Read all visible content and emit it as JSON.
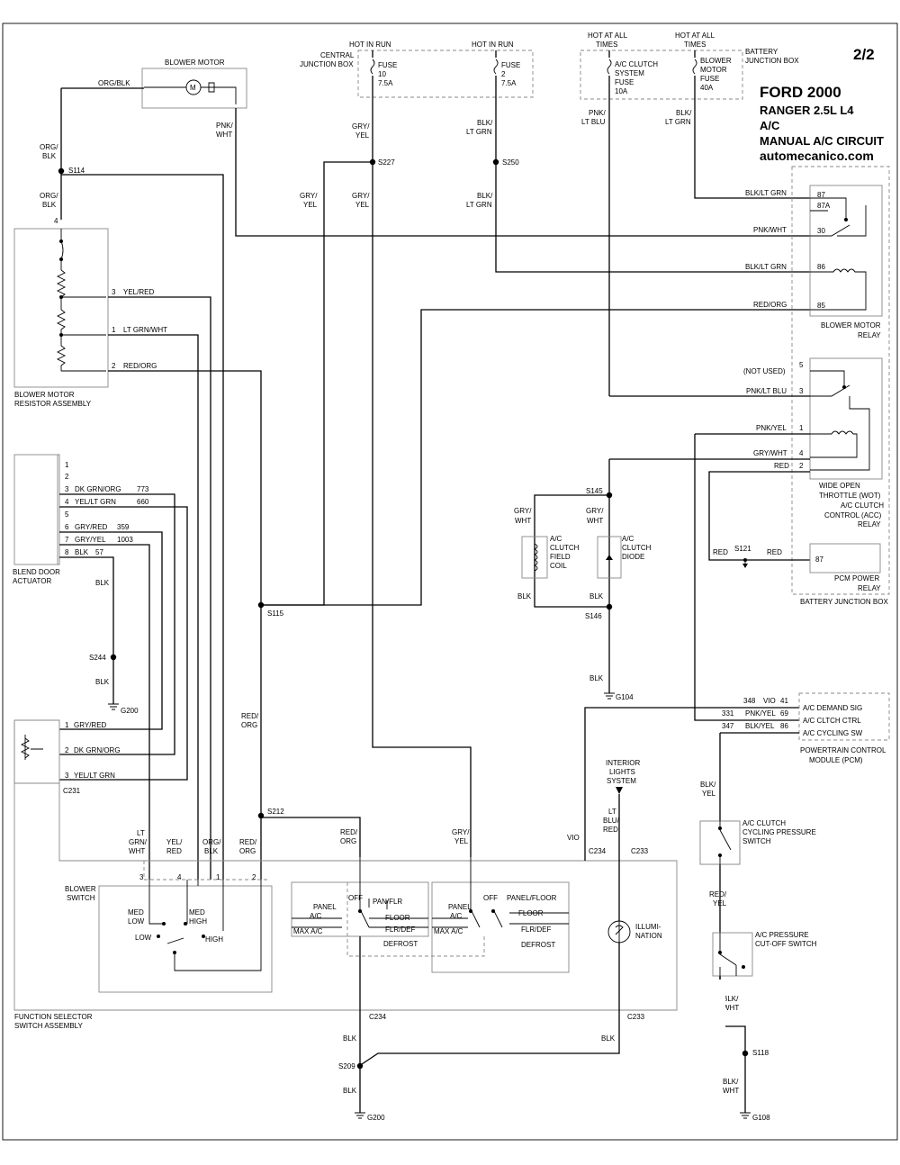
{
  "page": "2/2",
  "title": {
    "make_year": "FORD 2000",
    "model": "RANGER  2.5L  L4",
    "system": "A/C",
    "circuit": "MANUAL A/C CIRCUIT",
    "site": "automecanico.com"
  },
  "supply": {
    "hot_in_run": "HOT IN RUN",
    "hot_at_all_times": [
      "HOT AT ALL",
      "TIMES"
    ],
    "central_jb": [
      "CENTRAL",
      "JUNCTION BOX"
    ],
    "battery_jb": [
      "BATTERY",
      "JUNCTION BOX"
    ],
    "fuse10": [
      "FUSE",
      "10",
      "7.5A"
    ],
    "fuse2": [
      "FUSE",
      "2",
      "7.5A"
    ],
    "clutch_fuse": [
      "A/C CLUTCH",
      "SYSTEM",
      "FUSE",
      "10A"
    ],
    "blower_fuse": [
      "BLOWER",
      "MOTOR",
      "FUSE",
      "40A"
    ]
  },
  "components": {
    "blower_motor": "BLOWER MOTOR",
    "motor_symbol": "M",
    "resistor": [
      "BLOWER MOTOR",
      "RESISTOR ASSEMBLY"
    ],
    "blend_door": [
      "BLEND DOOR",
      "ACTUATOR"
    ],
    "bm_relay": [
      "BLOWER MOTOR",
      "RELAY"
    ],
    "wot_relay": [
      "WIDE OPEN",
      "THROTTLE (WOT)",
      "A/C CLUTCH",
      "CONTROL (ACC)",
      "RELAY"
    ],
    "pcm_relay": [
      "PCM POWER",
      "RELAY"
    ],
    "bjb_bottom": "BATTERY JUNCTION BOX",
    "field_coil": [
      "A/C",
      "CLUTCH",
      "FIELD",
      "COIL"
    ],
    "diode": [
      "A/C",
      "CLUTCH",
      "DIODE"
    ],
    "pcm": [
      "POWERTRAIN CONTROL",
      "MODULE (PCM)"
    ],
    "cycling_sw": [
      "A/C CLUTCH",
      "CYCLING PRESSURE",
      "SWITCH"
    ],
    "cutoff_sw": [
      "A/C PRESSURE",
      "CUT-OFF SWITCH"
    ],
    "interior_lights": [
      "INTERIOR",
      "LIGHTS",
      "SYSTEM"
    ],
    "blower_switch": [
      "BLOWER",
      "SWITCH"
    ],
    "function_selector": [
      "FUNCTION SELECTOR",
      "SWITCH ASSEMBLY"
    ],
    "illumination": [
      "ILLUMI-",
      "NATION"
    ]
  },
  "wires": {
    "org_blk": "ORG/BLK",
    "org": "ORG/",
    "blk": "BLK",
    "pnk": "PNK/",
    "wht": "WHT",
    "gry": "GRY/",
    "yel": "YEL",
    "blk_slash": "BLK/",
    "lt_grn": "LT GRN",
    "lt_blu": "LT BLU",
    "red": "RED",
    "red_slash": "RED/",
    "org_end": "ORG",
    "lt": "LT",
    "grn_slash": "GRN/",
    "blu_slash": "BLU/",
    "yel_slash": "YEL/",
    "vio": "VIO",
    "blk_lt_grn": "BLK/LT GRN",
    "pnk_wht": "PNK/WHT",
    "red_org": "RED/ORG",
    "pnk_lt_blu": "PNK/LT BLU",
    "pnk_yel": "PNK/YEL",
    "gry_wht": "GRY/WHT",
    "not_used": "(NOT USED)"
  },
  "resistor_pins": [
    {
      "pin": "3",
      "color": "YEL/RED"
    },
    {
      "pin": "1",
      "color": "LT GRN/WHT"
    },
    {
      "pin": "2",
      "color": "RED/ORG"
    }
  ],
  "blend_pins": [
    {
      "pin": "1",
      "color": "",
      "circuit": ""
    },
    {
      "pin": "2",
      "color": "",
      "circuit": ""
    },
    {
      "pin": "3",
      "color": "DK GRN/ORG",
      "circuit": "773"
    },
    {
      "pin": "4",
      "color": "YEL/LT GRN",
      "circuit": "660"
    },
    {
      "pin": "5",
      "color": "",
      "circuit": ""
    },
    {
      "pin": "6",
      "color": "GRY/RED",
      "circuit": "359"
    },
    {
      "pin": "7",
      "color": "GRY/YEL",
      "circuit": "1003"
    },
    {
      "pin": "8",
      "color": "BLK",
      "circuit": "57"
    }
  ],
  "c231_pins": [
    {
      "pin": "1",
      "color": "GRY/RED"
    },
    {
      "pin": "2",
      "color": "DK GRN/ORG"
    },
    {
      "pin": "3",
      "color": "YEL/LT GRN"
    }
  ],
  "bm_relay_pins": [
    "87",
    "87A",
    "30",
    "86",
    "85"
  ],
  "wot_relay_pins": [
    "5",
    "3",
    "1",
    "4",
    "2"
  ],
  "pcm_relay_pin": "87",
  "pcm_pins": [
    {
      "circuit": "348",
      "color": "VIO",
      "pin": "41",
      "label": "A/C DEMAND SIG"
    },
    {
      "circuit": "331",
      "color": "PNK/YEL",
      "pin": "69",
      "label": "A/C CLTCH CTRL"
    },
    {
      "circuit": "347",
      "color": "BLK/YEL",
      "pin": "86",
      "label": "A/C CYCLING SW"
    }
  ],
  "splices": {
    "s114": "S114",
    "s227": "S227",
    "s250": "S250",
    "s115": "S115",
    "s212": "S212",
    "s244": "S244",
    "s145": "S145",
    "s146": "S146",
    "s121": "S121",
    "s209": "S209",
    "s118": "S118"
  },
  "grounds": {
    "g200": "G200",
    "g104": "G104",
    "g108": "G108"
  },
  "connectors": {
    "c231": "C231",
    "c234": "C234",
    "c233": "C233"
  },
  "blower_switch_pins": [
    "3",
    "4",
    "1",
    "2"
  ],
  "blower_positions": {
    "med_low": [
      "MED",
      "LOW"
    ],
    "med_high": [
      "MED",
      "HIGH"
    ],
    "low": "LOW",
    "high": "HIGH"
  },
  "mode_switch": {
    "panel": "PANEL",
    "ac": "A/C",
    "max_ac": "MAX A/C",
    "off": "OFF",
    "pan_flr": "PAN/FLR",
    "floor": "FLOOR",
    "flr_def": "FLR/DEF",
    "defrost": "DEFROST",
    "panel_floor": "PANEL/FLOOR"
  }
}
